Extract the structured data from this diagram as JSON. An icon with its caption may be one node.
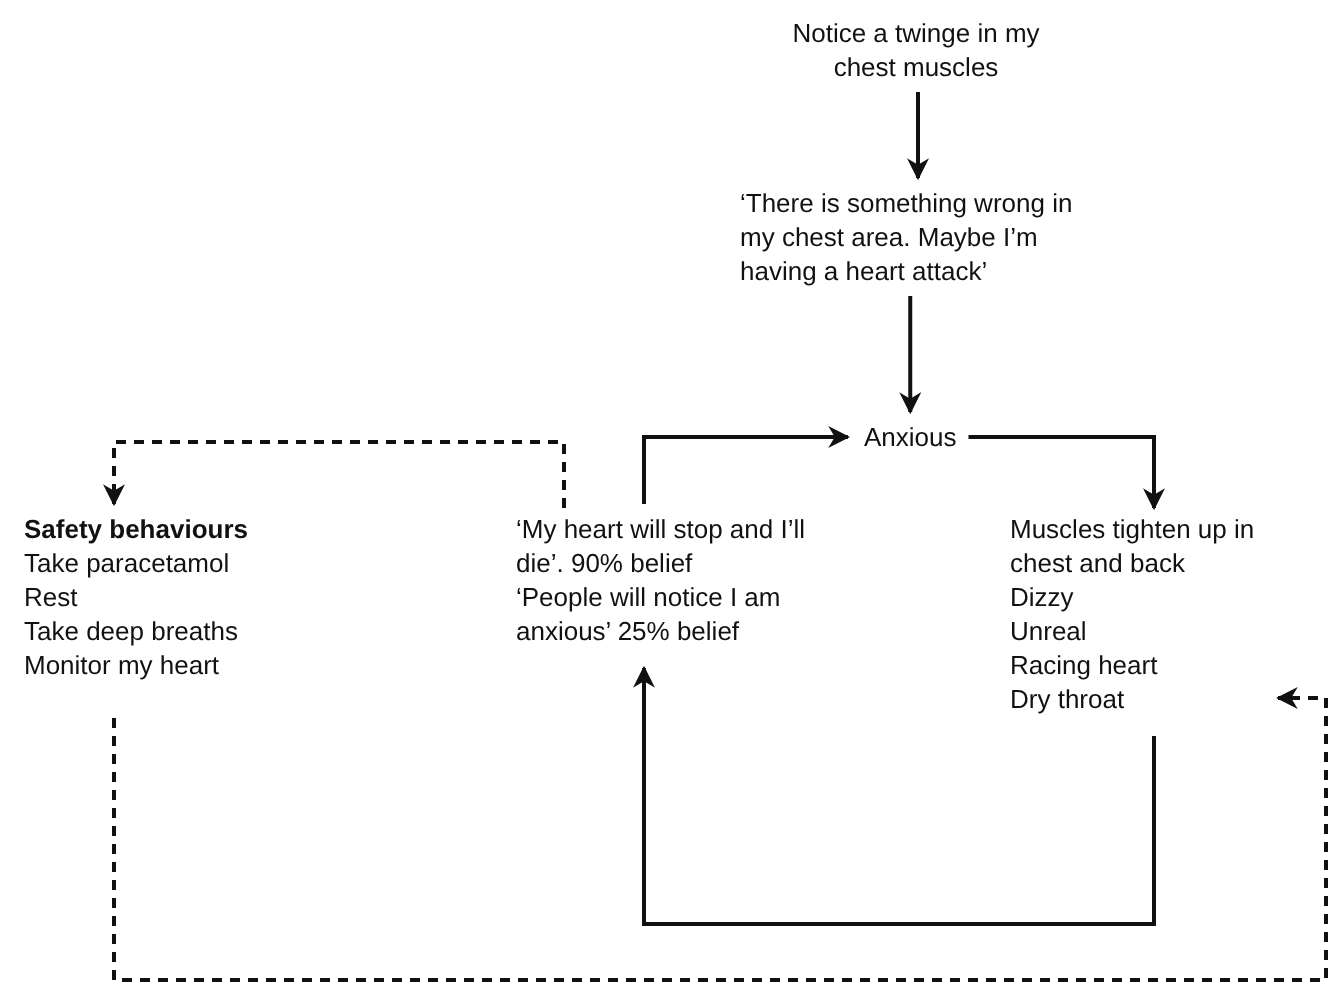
{
  "diagram": {
    "nodes": [
      {
        "text": [
          "Notice a twinge in my chest muscles"
        ]
      },
      {
        "text": [
          "‘There is something wrong in my chest area. Maybe I’m having a heart attack’"
        ]
      },
      {
        "text": [
          "Anxious"
        ]
      },
      {
        "text": [
          "Safety behaviours",
          "Take paracetamol",
          "Rest",
          "Take deep breaths",
          "Monitor my heart"
        ]
      },
      {
        "text": [
          "‘My heart will stop and I’ll die’. 90% belief",
          "‘People will notice I am anxious’ 25% belief"
        ]
      },
      {
        "text": [
          "Muscles tighten up in chest and back",
          "Dizzy",
          "Unreal",
          "Racing heart",
          "Dry throat"
        ]
      }
    ],
    "edges": [
      {
        "from": 0,
        "to": 1,
        "arrow": "to"
      },
      {
        "from": 1,
        "to": 2,
        "arrow": "to"
      },
      {
        "from": 4,
        "to": 2,
        "arrow": "to"
      },
      {
        "from": 2,
        "to": 5,
        "arrow": "to"
      },
      {
        "from": 5,
        "to": 4,
        "arrow": "to"
      },
      {
        "from": 4,
        "to": 3,
        "arrow": "to",
        "style": "dashed"
      },
      {
        "from": 3,
        "to": 5,
        "arrow": "to",
        "style": "dashed"
      }
    ]
  }
}
